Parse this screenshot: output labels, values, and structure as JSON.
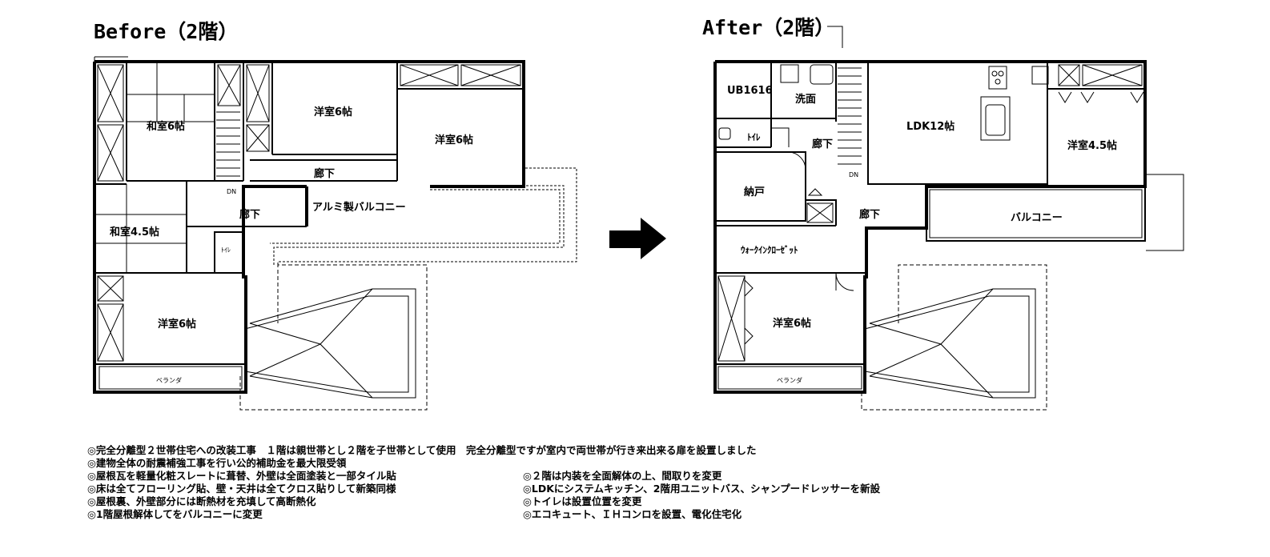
{
  "before": {
    "title": "Before（2階）",
    "rooms": {
      "washitsu6": "和室6帖",
      "washitsu45": "和室4.5帖",
      "yoshitsu6_top": "洋室6帖",
      "yoshitsu6_right": "洋室6帖",
      "yoshitsu6_bottom": "洋室6帖",
      "rouka_upper": "廊下",
      "rouka_center": "廊下",
      "balcony": "アルミ製バルコニー",
      "toilet": "ﾄｲﾚ",
      "veranda": "ベランダ",
      "dn": "DN"
    }
  },
  "after": {
    "title": "After（2階）",
    "rooms": {
      "ub": "UB1616",
      "senmen": "洗面",
      "toilet": "ﾄｲﾚ",
      "nando": "納戸",
      "ldk": "LDK12帖",
      "yoshitsu45": "洋室4.5帖",
      "rouka_upper": "廊下",
      "rouka_center": "廊下",
      "balcony": "バルコニー",
      "wic": "ｳｫｰｸｲﾝｸﾛｰｾﾞｯﾄ",
      "yoshitsu6": "洋室6帖",
      "veranda": "ベランダ",
      "dn": "DN"
    }
  },
  "notes": {
    "line1": "◎完全分離型２世帯住宅への改装工事　１階は親世帯とし２階を子世帯として使用　完全分離型ですが室内で両世帯が行き来出来る扉を設置しました",
    "line2": "◎建物全体の耐震補強工事を行い公的補助金を最大限受領",
    "line3_left": "◎屋根瓦を軽量化粧スレートに葺替、外壁は全面塗装と一部タイル貼",
    "line3_right": "◎２階は内装を全面解体の上、間取りを変更",
    "line4_left": "◎床は全てフローリング貼、壁・天井は全てクロス貼りして新築同様",
    "line4_right": "◎LDKにシステムキッチン、2階用ユニットバス、シャンプードレッサーを新設",
    "line5_left": "◎屋根裏、外壁部分には断熱材を充填して高断熱化",
    "line5_right": "◎トイレは設置位置を変更",
    "line6_left": "◎1階屋根解体してをバルコニーに変更",
    "line6_right": "◎エコキュート、ＩＨコンロを設置、電化住宅化"
  }
}
